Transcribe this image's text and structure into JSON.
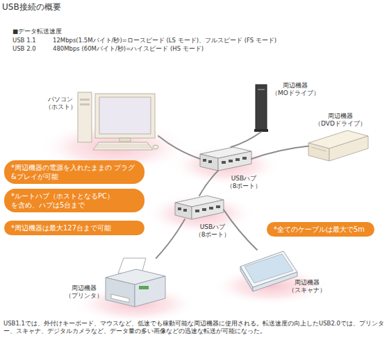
{
  "diagram": {
    "title": "USB接続の概要",
    "caption": "USB1.1では、外付けキーボード、マウスなど、低速でも稼動可能な周辺機器に使用される。転送速度の向上したUSB2.0では、プリンター、スキャナ、デジタルカメラなど、データ量の多い画像などの迅速な転送が可能になった。",
    "nodes": [
      {
        "text": [
          "パソコン （ホスト）"
        ]
      },
      {
        "text": [
          "周辺機器 （MOドライブ）"
        ]
      },
      {
        "text": [
          "周辺機器 （DVDドライブ）"
        ]
      },
      {
        "text": [
          "USBハブ （8ポート）"
        ]
      },
      {
        "text": [
          "*周辺機器の電源を入れたままの プラグ&プレイが可能"
        ]
      },
      {
        "text": [
          "*ルートハブ（ホストとなるPC） を含め、ハブは5台まで"
        ]
      },
      {
        "text": [
          "*周辺機器は最大127台まで可能"
        ]
      },
      {
        "text": [
          "USBハブ （8ポート）"
        ]
      },
      {
        "text": [
          "*全てのケーブルは最大で5m"
        ]
      },
      {
        "text": [
          "周辺機器 （プリンタ）"
        ]
      },
      {
        "text": [
          "周辺機器 （スキャナ）"
        ]
      }
    ],
    "edges": [
      {
        "from": 0,
        "to": 3,
        "arrow": "none"
      },
      {
        "from": 1,
        "to": 3,
        "arrow": "none"
      },
      {
        "from": 2,
        "to": 3,
        "arrow": "none"
      },
      {
        "from": 3,
        "to": 7,
        "arrow": "none"
      },
      {
        "from": 7,
        "to": 9,
        "arrow": "none"
      },
      {
        "from": 7,
        "to": 10,
        "arrow": "none"
      }
    ],
    "labels": [
      "■データ転送速度",
      "USB 1.1",
      "12Mbps(1.5Mバイト/秒)=ロースピード (LS モード)、フルスピード (FS モード)",
      "USB 2.0",
      "480Mbps (60Mバイト/秒)=ハイスピード (HS モード)"
    ]
  }
}
